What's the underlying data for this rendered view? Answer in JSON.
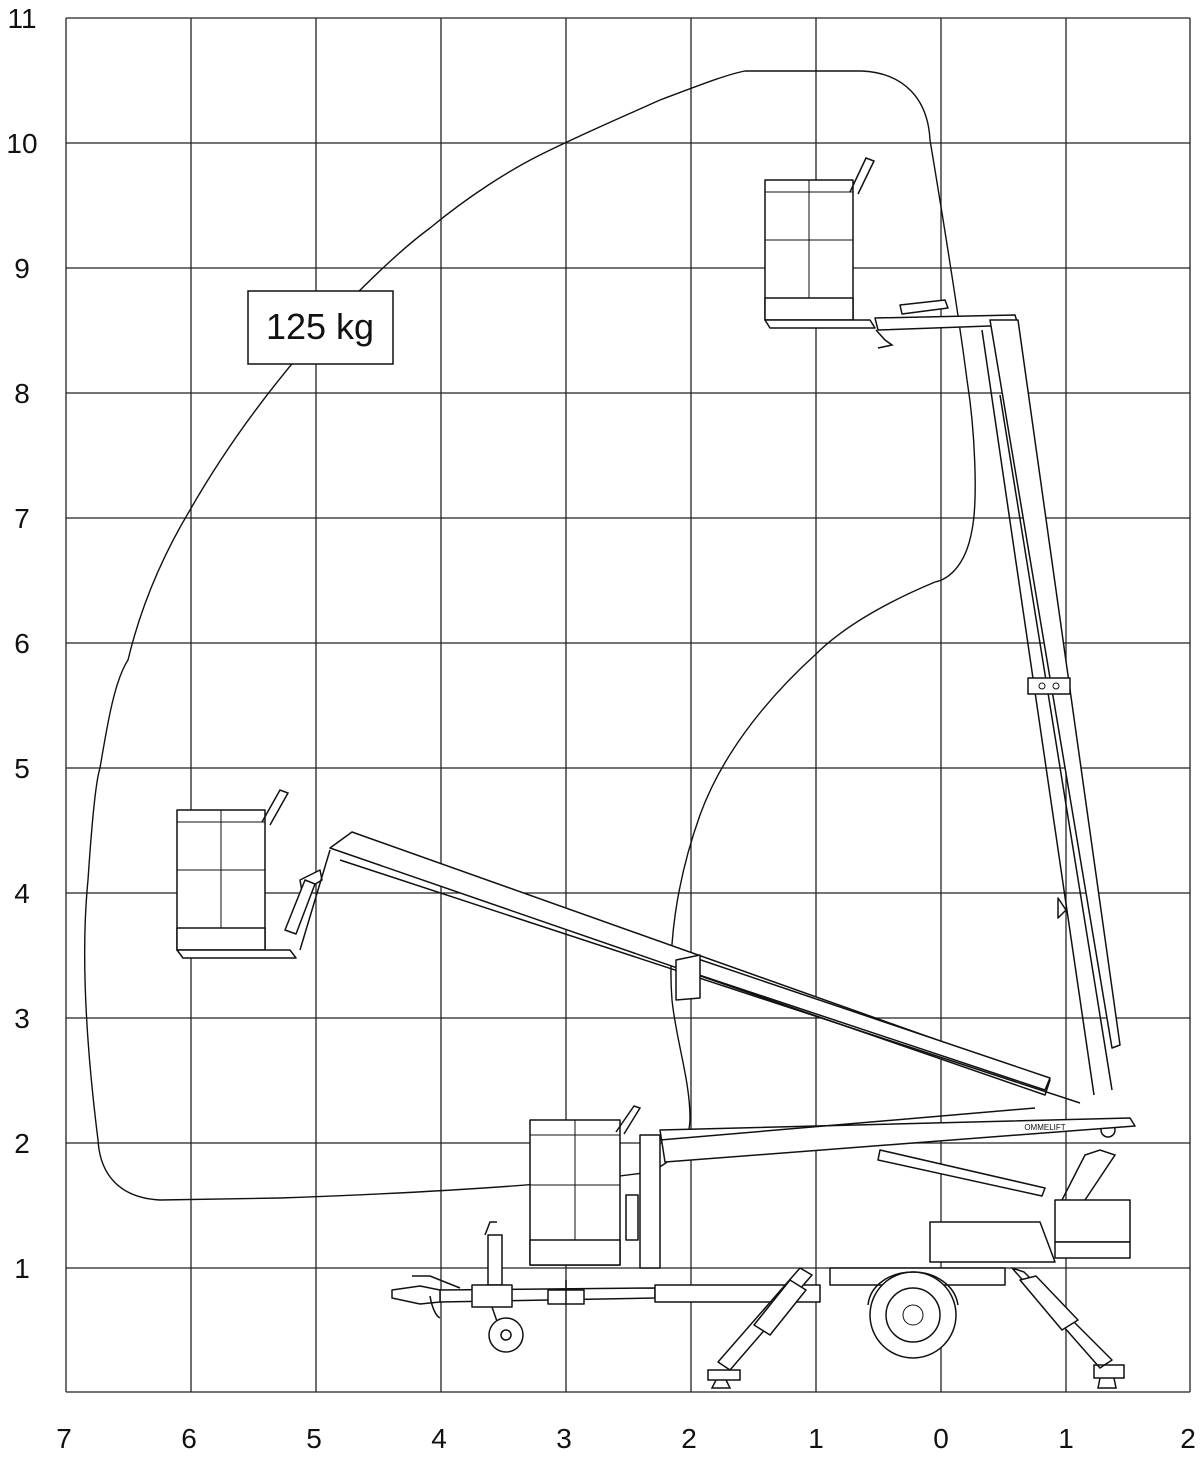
{
  "load_label": "125 kg",
  "brand_label": "OMMELIFT",
  "y_axis": {
    "labels": [
      "11",
      "10",
      "9",
      "8",
      "7",
      "6",
      "5",
      "4",
      "3",
      "2",
      "1"
    ]
  },
  "x_axis": {
    "labels": [
      "7",
      "6",
      "5",
      "4",
      "3",
      "2",
      "1",
      "0",
      "1",
      "2"
    ]
  },
  "diagram": {
    "type": "working-range diagram",
    "grid_unit": "m",
    "platform_positions": [
      "fully-raised",
      "extended-low",
      "stowed"
    ]
  }
}
